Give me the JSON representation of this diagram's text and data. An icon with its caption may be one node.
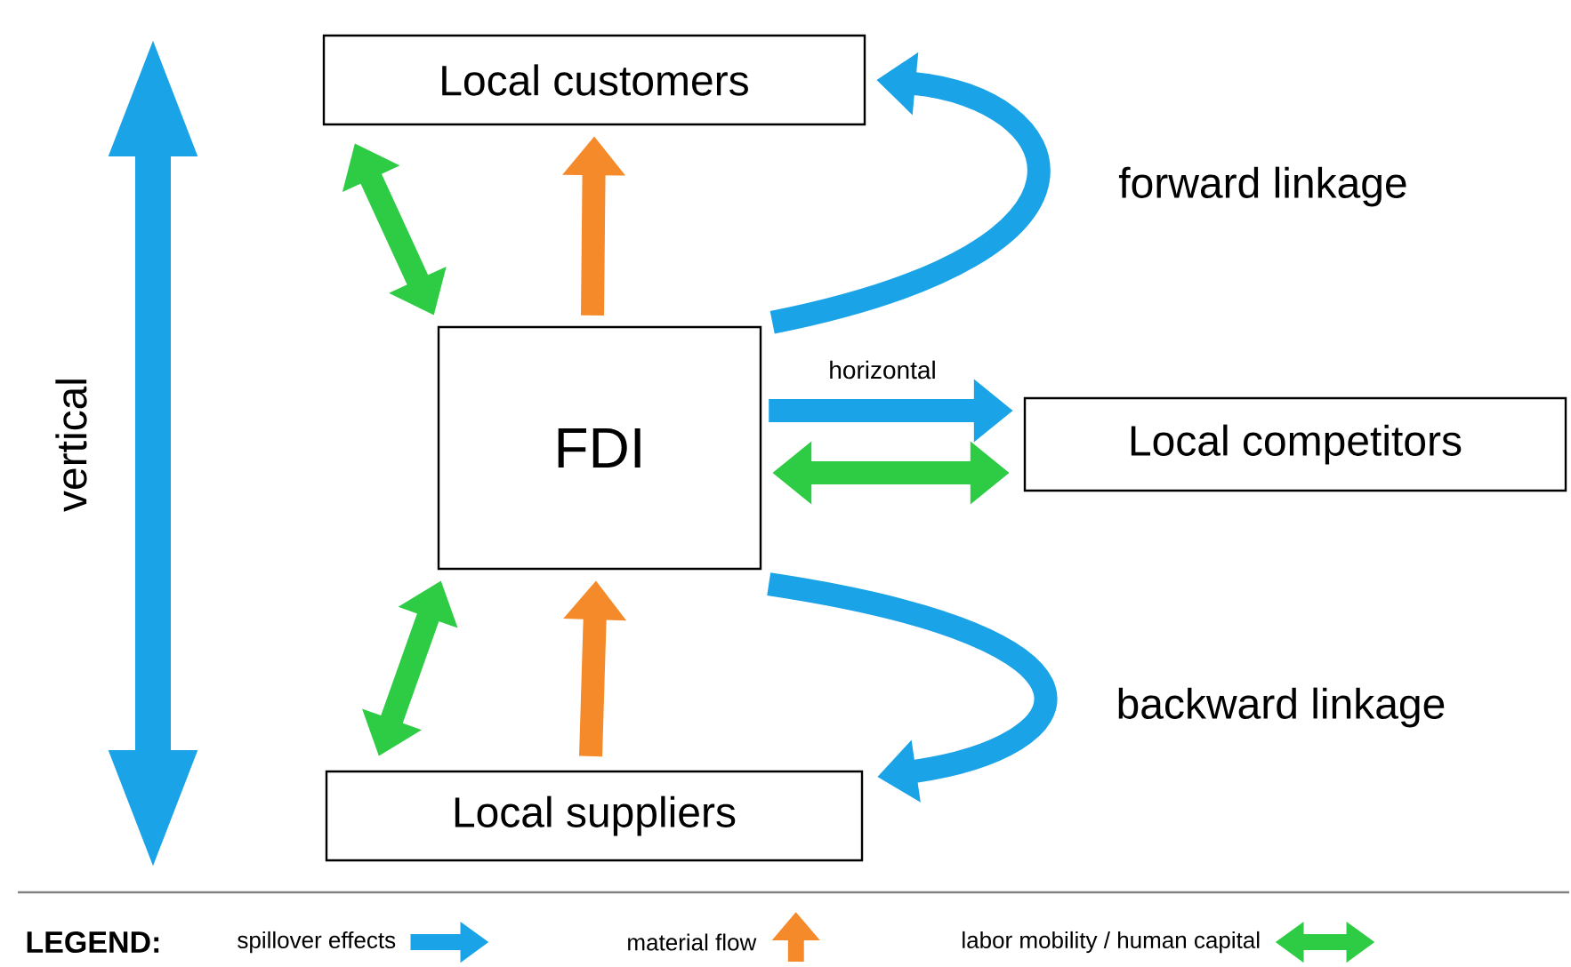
{
  "diagram": {
    "nodes": [
      {
        "text": [
          "Local customers"
        ]
      },
      {
        "text": [
          "FDI"
        ]
      },
      {
        "text": [
          "Local competitors"
        ]
      },
      {
        "text": [
          "Local suppliers"
        ]
      }
    ],
    "edges": [
      {
        "from": 1,
        "to": 0,
        "arrow": "to",
        "label": "forward linkage"
      },
      {
        "from": 1,
        "to": 0,
        "arrow": "to",
        "color": "#f58a2b"
      },
      {
        "from": 1,
        "to": 0,
        "arrow": "both",
        "color": "#2dcc44"
      },
      {
        "from": 1,
        "to": 2,
        "arrow": "to",
        "label": "horizontal"
      },
      {
        "from": 1,
        "to": 2,
        "arrow": "both",
        "color": "#2dcc44"
      },
      {
        "from": 1,
        "to": 3,
        "arrow": "to",
        "label": "backward linkage"
      },
      {
        "from": 3,
        "to": 1,
        "arrow": "to",
        "color": "#f58a2b"
      },
      {
        "from": 1,
        "to": 3,
        "arrow": "both",
        "color": "#2dcc44"
      }
    ],
    "labels": [
      "vertical",
      "LEGEND:"
    ],
    "legend": [
      {
        "text": "spillover effects",
        "color": "#1ba3e8"
      },
      {
        "text": "material flow",
        "color": "#f58a2b"
      },
      {
        "text": "labor mobility / human capital",
        "color": "#2dcc44"
      }
    ]
  }
}
